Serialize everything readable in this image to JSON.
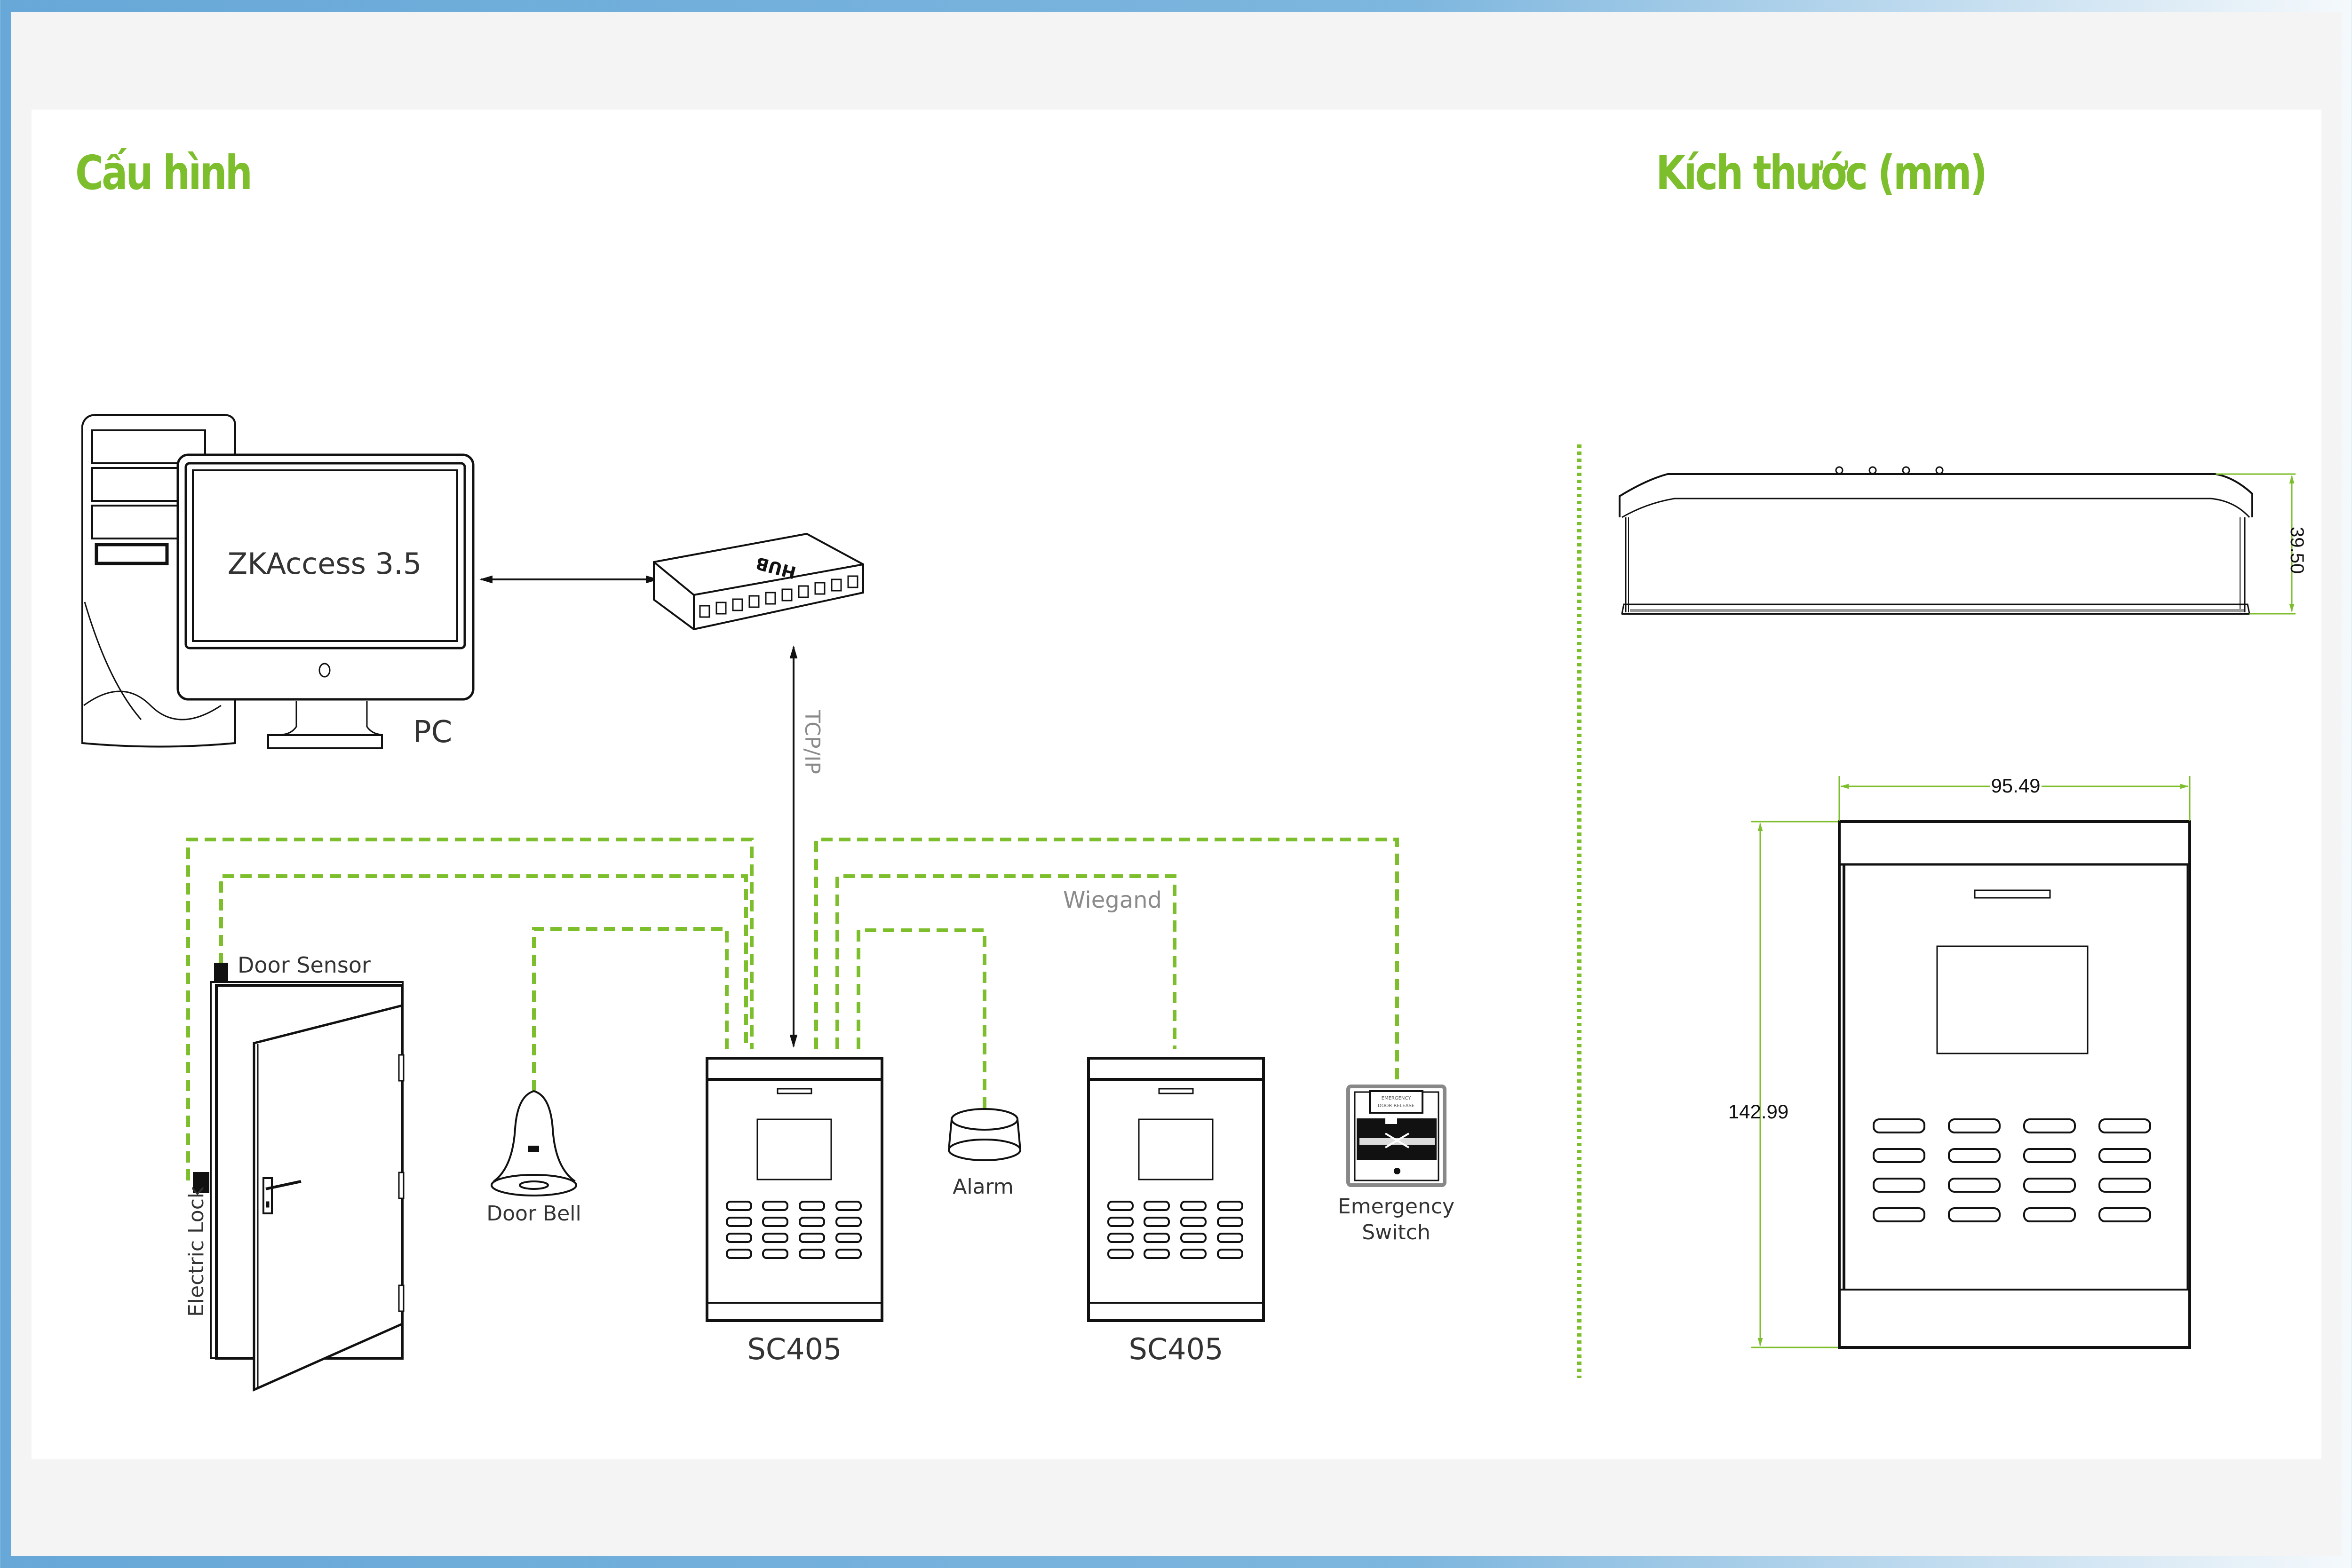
{
  "frame": {
    "accent_color": "#67A8D8",
    "background": "#F4F4F4",
    "panel": "#FFFFFF"
  },
  "sections": {
    "configuration": {
      "title": "Cấu hình"
    },
    "dimensions": {
      "title": "Kích thước (mm)"
    }
  },
  "colors": {
    "title": "#7DBE2C",
    "wire": "#7DBE2C",
    "line": "#111111",
    "label_light": "#8A8A8A"
  },
  "config_diagram": {
    "pc": {
      "label": "PC",
      "screen_text": "ZKAccess 3.5"
    },
    "hub": {
      "label": "HUB"
    },
    "links": {
      "tcp_ip": "TCP/IP",
      "wiegand": "Wiegand"
    },
    "devices": {
      "door_sensor": "Door Sensor",
      "electric_lock": "Electric Lock",
      "door_bell": "Door Bell",
      "alarm": "Alarm",
      "emergency_switch_line1": "Emergency",
      "emergency_switch_line2": "Switch",
      "emergency_plate_line1": "EMERGENCY",
      "emergency_plate_line2": "DOOR RELEASE",
      "reader_1": "SC405",
      "reader_2": "SC405"
    }
  },
  "dimensions_diagram": {
    "height_side": "39.50",
    "width": "95.49",
    "height_front": "142.99"
  }
}
